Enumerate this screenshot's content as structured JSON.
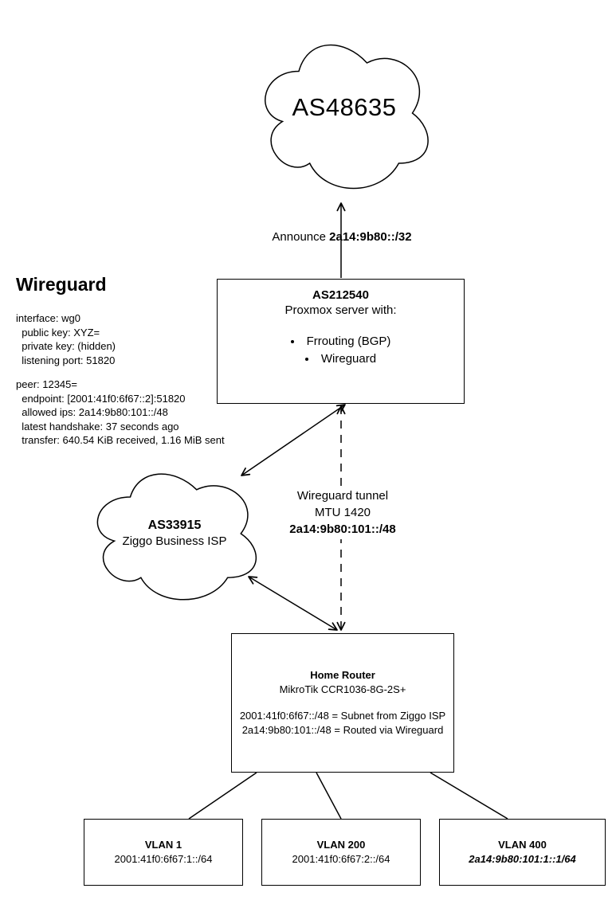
{
  "clouds": {
    "internet": {
      "label": "AS48635"
    },
    "isp": {
      "title": "AS33915",
      "subtitle": "Ziggo Business ISP"
    }
  },
  "announce": {
    "text": "Announce",
    "prefix": "2a14:9b80::/32"
  },
  "proxmox": {
    "title": "AS212540",
    "subtitle": "Proxmox server with:",
    "items": [
      "Frrouting (BGP)",
      "Wireguard"
    ]
  },
  "wireguard": {
    "heading": "Wireguard",
    "interface_lines": [
      "interface: wg0",
      "  public key: XYZ=",
      "  private key: (hidden)",
      "  listening port: 51820"
    ],
    "peer_lines": [
      "peer: 12345=",
      "  endpoint: [2001:41f0:6f67::2]:51820",
      "  allowed ips: 2a14:9b80:101::/48",
      "  latest handshake: 37 seconds ago",
      "  transfer: 640.54 KiB received, 1.16 MiB sent"
    ]
  },
  "tunnel": {
    "line1": "Wireguard tunnel",
    "line2": "MTU 1420",
    "line3": "2a14:9b80:101::/48"
  },
  "router": {
    "title": "Home Router",
    "model": "MikroTik CCR1036-8G-2S+",
    "lines": [
      "2001:41f0:6f67::/48 = Subnet from Ziggo ISP",
      "2a14:9b80:101::/48 = Routed via Wireguard"
    ]
  },
  "vlans": [
    {
      "name": "VLAN 1",
      "subnet": "2001:41f0:6f67:1::/64"
    },
    {
      "name": "VLAN 200",
      "subnet": "2001:41f0:6f67:2::/64"
    },
    {
      "name": "VLAN 400",
      "subnet": "2a14:9b80:101:1::1/64"
    }
  ],
  "colors": {
    "stroke": "#000000",
    "background": "#ffffff"
  }
}
